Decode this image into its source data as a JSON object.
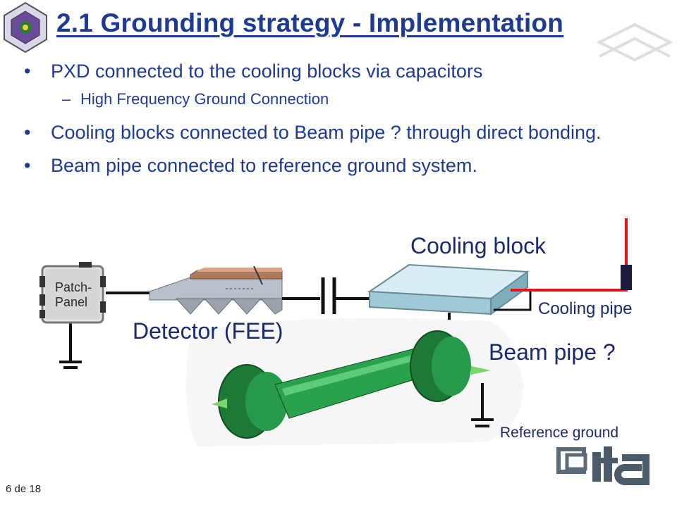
{
  "slide": {
    "title": "2.1 Grounding strategy - Implementation",
    "bullets": [
      {
        "text": "PXD connected to the cooling blocks via capacitors",
        "sub": "High Frequency Ground Connection"
      },
      {
        "text": "Cooling blocks connected to Beam pipe ?  through direct bonding."
      },
      {
        "text": "Beam pipe connected to reference ground system."
      }
    ],
    "bullet_marker": "•",
    "sub_marker": "–"
  },
  "diagram": {
    "patch_panel_label_line1": "Patch-",
    "patch_panel_label_line2": "Panel",
    "detector_label": "Detector (FEE)",
    "cooling_block_label": "Cooling block",
    "cooling_pipe_label": "Cooling pipe",
    "beam_pipe_label": "Beam pipe ?",
    "reference_ground_label": "Reference ground"
  },
  "footer": {
    "page_number": "6 de 18"
  },
  "colors": {
    "title": "#1f3a93",
    "cooling_pipe": "#e0121a",
    "beam_pipe": "#1f8a3a",
    "cooling_block": "#bfe3ec"
  }
}
